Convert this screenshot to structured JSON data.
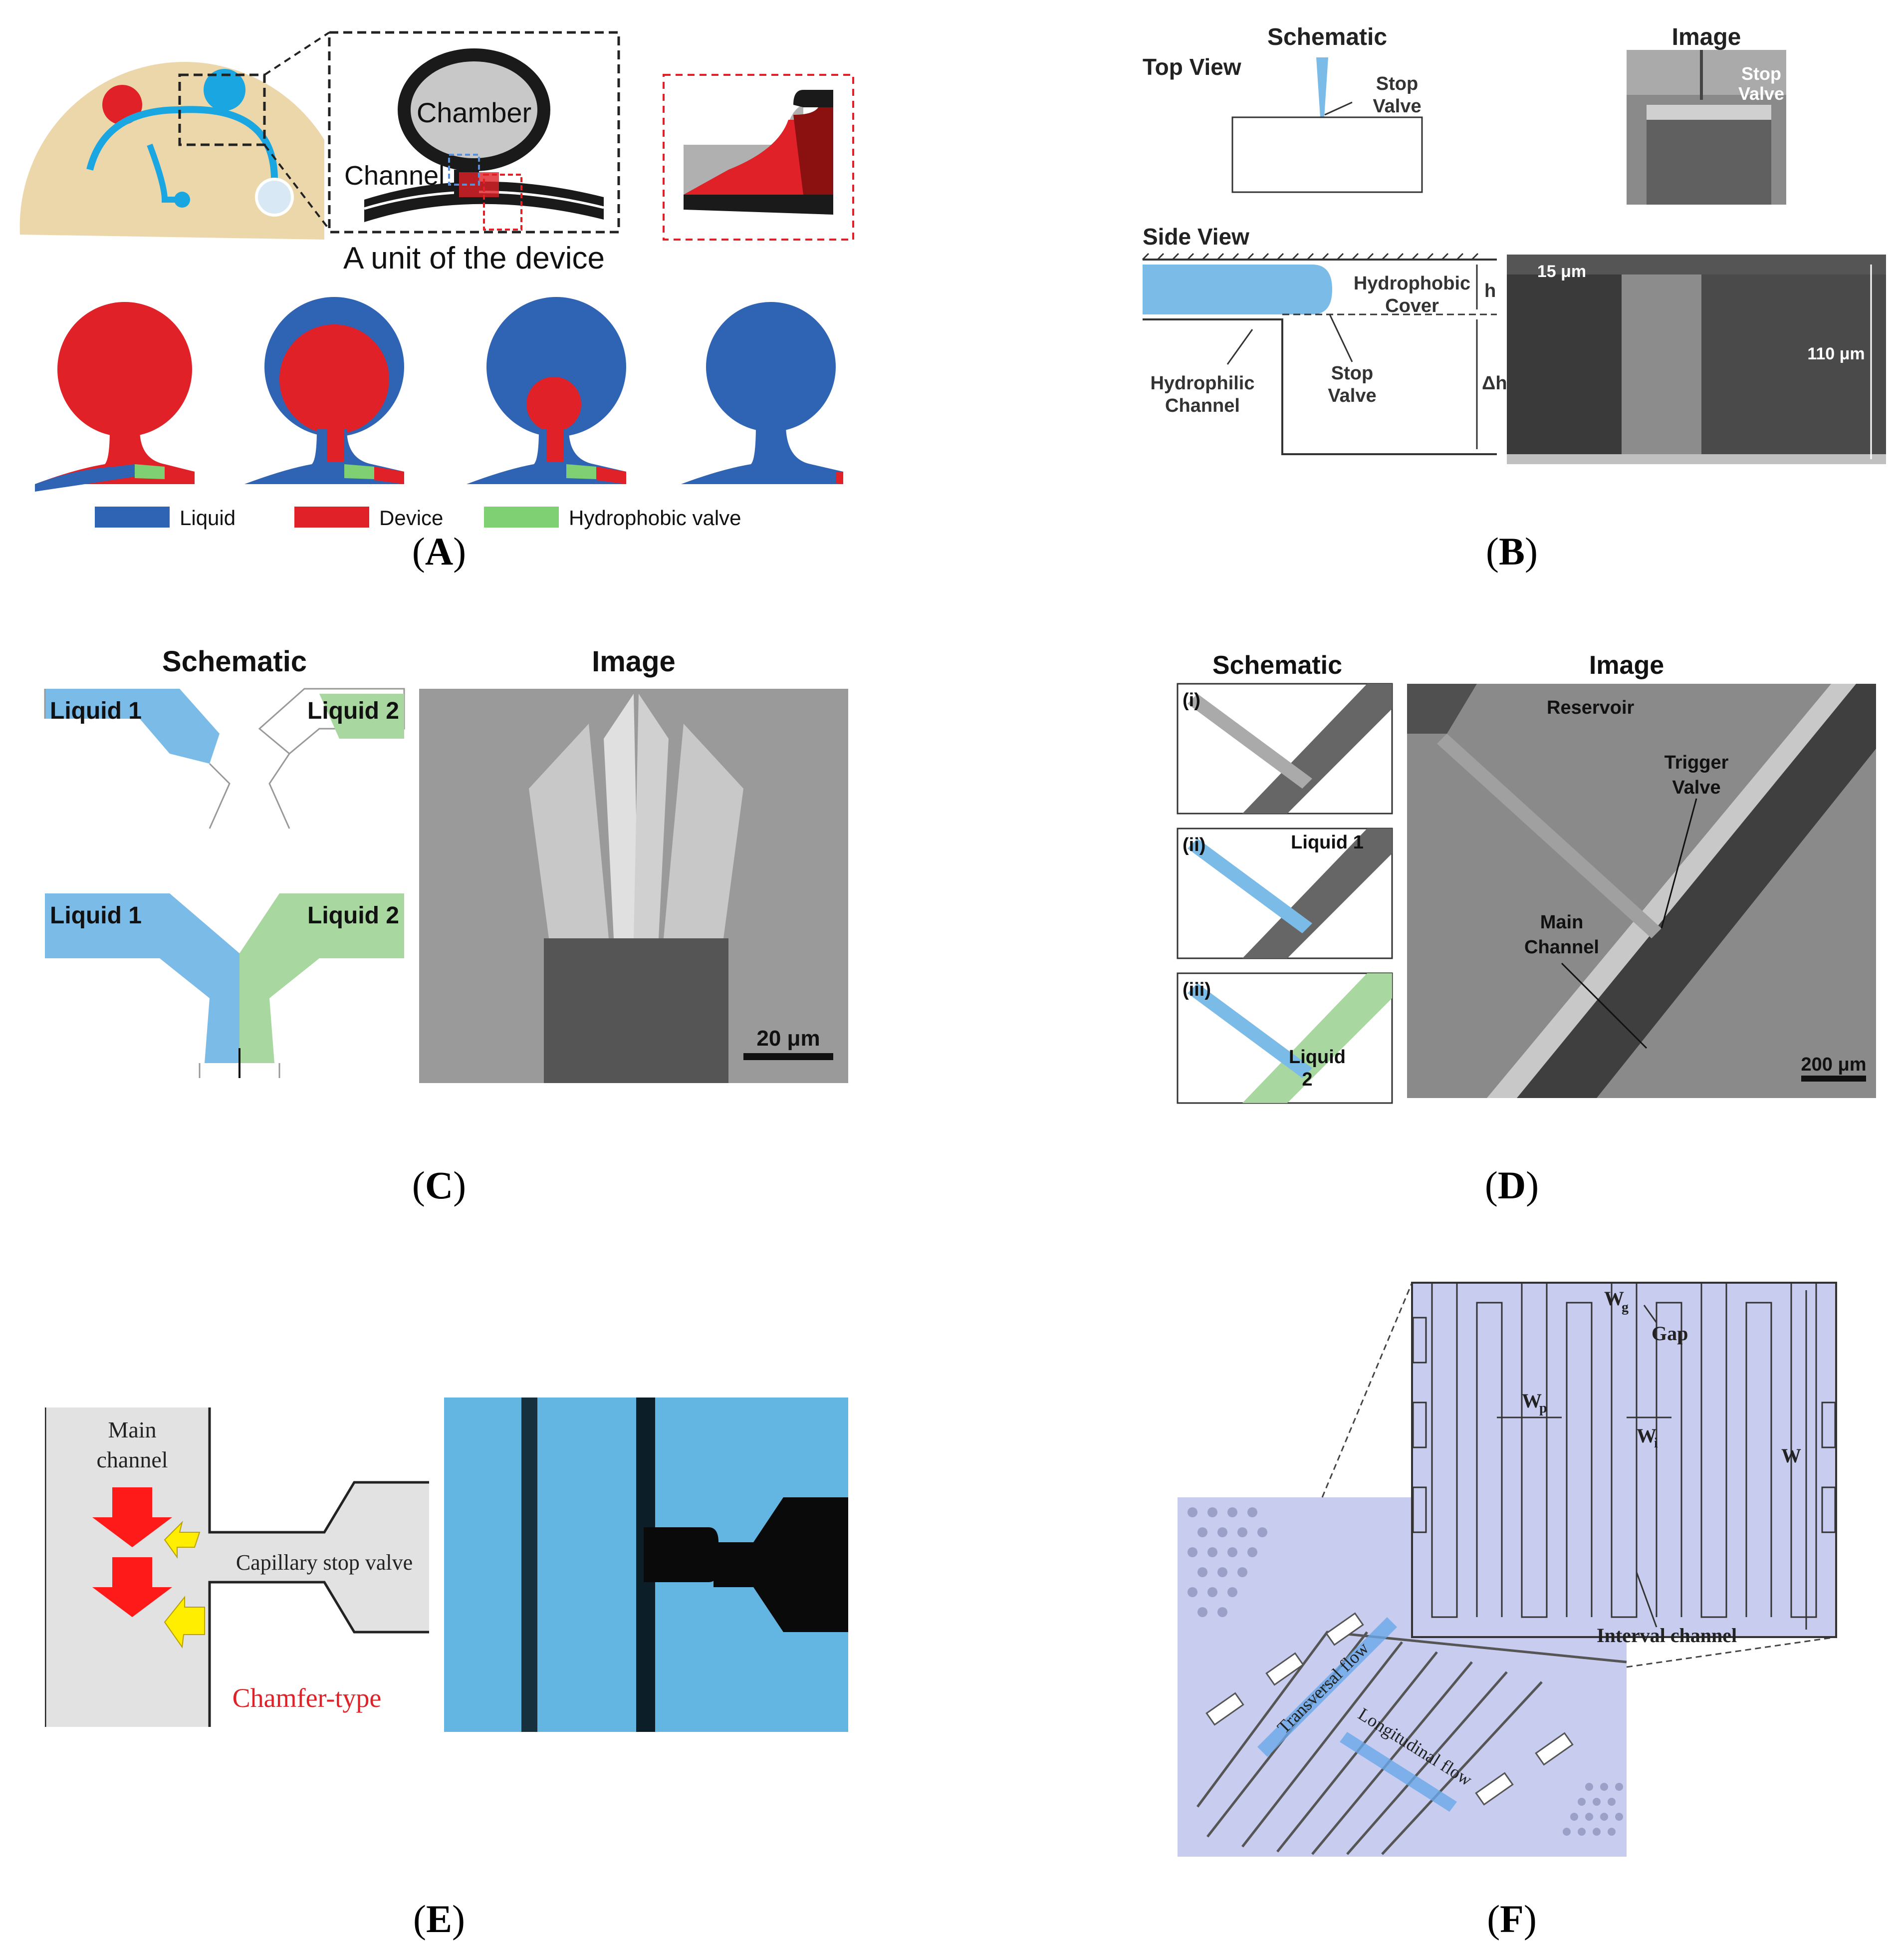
{
  "panel_a": {
    "chamber": "Chamber",
    "channel": "Channel",
    "unit_caption": "A unit of the device",
    "legend": [
      {
        "label": "Liquid",
        "color": "#2f64b4"
      },
      {
        "label": "Device",
        "color": "#e02128"
      },
      {
        "label": "Hydrophobic valve",
        "color": "#7fcf73"
      }
    ],
    "caption": "A"
  },
  "panel_b": {
    "schematic": "Schematic",
    "image": "Image",
    "top_view": "Top View",
    "stop_valve_1": "Stop",
    "stop_valve_2": "Valve",
    "side_view": "Side View",
    "hydrophobic_cover_1": "Hydrophobic",
    "hydrophobic_cover_2": "Cover",
    "hydrophilic_channel_1": "Hydrophilic",
    "hydrophilic_channel_2": "Channel",
    "h": "h",
    "delta_h": "Δh",
    "dim_15": "15 μm",
    "dim_110": "110 μm",
    "caption": "B"
  },
  "panel_c": {
    "schematic": "Schematic",
    "image": "Image",
    "liquid1": "Liquid 1",
    "liquid2": "Liquid 2",
    "scale": "20 μm",
    "caption": "C"
  },
  "panel_d": {
    "schematic": "Schematic",
    "image": "Image",
    "step_i": "(i)",
    "step_ii": "(ii)",
    "step_iii": "(iii)",
    "liquid1": "Liquid 1",
    "liquid2_1": "Liquid",
    "liquid2_2": "2",
    "reservoir": "Reservoir",
    "trigger_1": "Trigger",
    "trigger_2": "Valve",
    "main_1": "Main",
    "main_2": "Channel",
    "scale": "200 μm",
    "caption": "D"
  },
  "panel_e": {
    "main_1": "Main",
    "main_2": "channel",
    "stop_valve": "Capillary stop valve",
    "chamfer": "Chamfer-type",
    "caption": "E"
  },
  "panel_f": {
    "wg": "W",
    "wg_sub": "g",
    "gap": "Gap",
    "wp": "W",
    "wp_sub": "p",
    "wi": "W",
    "wi_sub": "i",
    "w": "W",
    "interval": "Interval channel",
    "transversal": "Transversal flow",
    "longitudinal": "Longitudinal flow",
    "caption": "F"
  },
  "colors": {
    "liquid_blue": "#2f64b4",
    "light_blue": "#7bbbe8",
    "device_red": "#e02128",
    "valve_green": "#7fcf73",
    "tan": "#ecd7aa",
    "cyan": "#1aa6e0",
    "lavender": "#c8cdf0"
  }
}
